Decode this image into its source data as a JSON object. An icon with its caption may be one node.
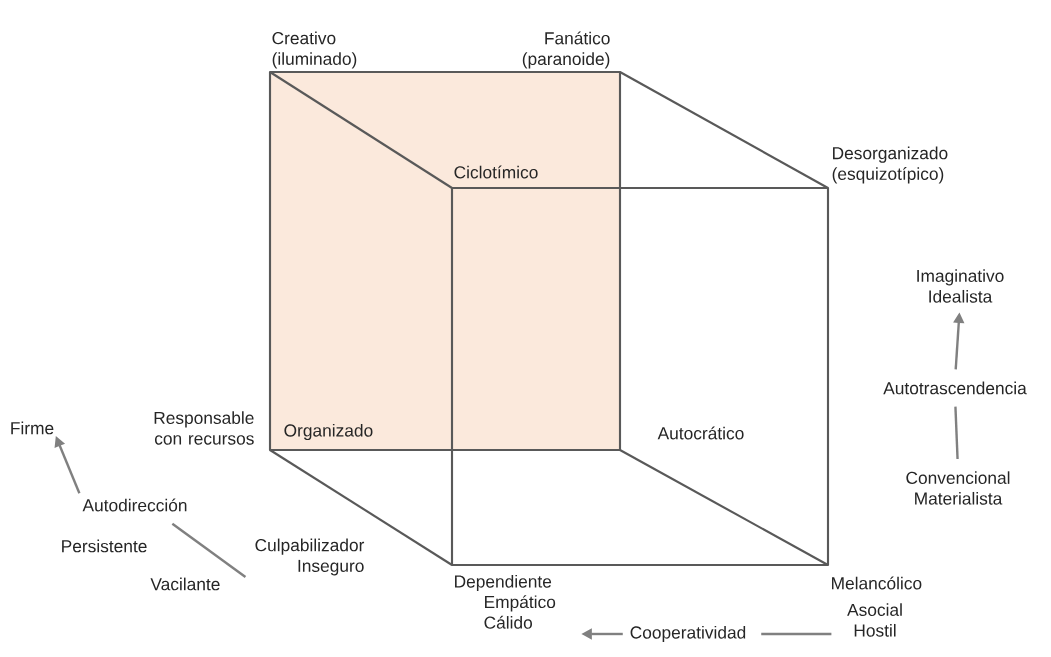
{
  "diagram": {
    "nodes": [
      {
        "text": [
          "Firme"
        ]
      },
      {
        "text": [
          "Autodirección"
        ]
      },
      {
        "text": [
          "Culpabilizador Inseguro"
        ]
      },
      {
        "text": [
          "Imaginativo Idealista"
        ]
      },
      {
        "text": [
          "Autotrascendencia"
        ]
      },
      {
        "text": [
          "Convencional Materialista"
        ]
      },
      {
        "text": [
          "Empático Cálido"
        ]
      },
      {
        "text": [
          "Cooperatividad"
        ]
      },
      {
        "text": [
          "Asocial Hostil"
        ]
      }
    ],
    "edges": [
      {
        "from": 1,
        "to": 0,
        "arrow": "to"
      },
      {
        "from": 1,
        "to": 2,
        "arrow": "none"
      },
      {
        "from": 4,
        "to": 3,
        "arrow": "to"
      },
      {
        "from": 4,
        "to": 5,
        "arrow": "none"
      },
      {
        "from": 7,
        "to": 6,
        "arrow": "to"
      },
      {
        "from": 7,
        "to": 8,
        "arrow": "none"
      }
    ],
    "labels": [
      "Creativo (iluminado)",
      "Fanático (paranoide)",
      "Ciclotímico",
      "Desorganizado (esquizotípico)",
      "Responsable con recursos",
      "Organizado",
      "Autocrático",
      "Persistente",
      "Vacilante",
      "Dependiente",
      "Melancólico"
    ]
  }
}
